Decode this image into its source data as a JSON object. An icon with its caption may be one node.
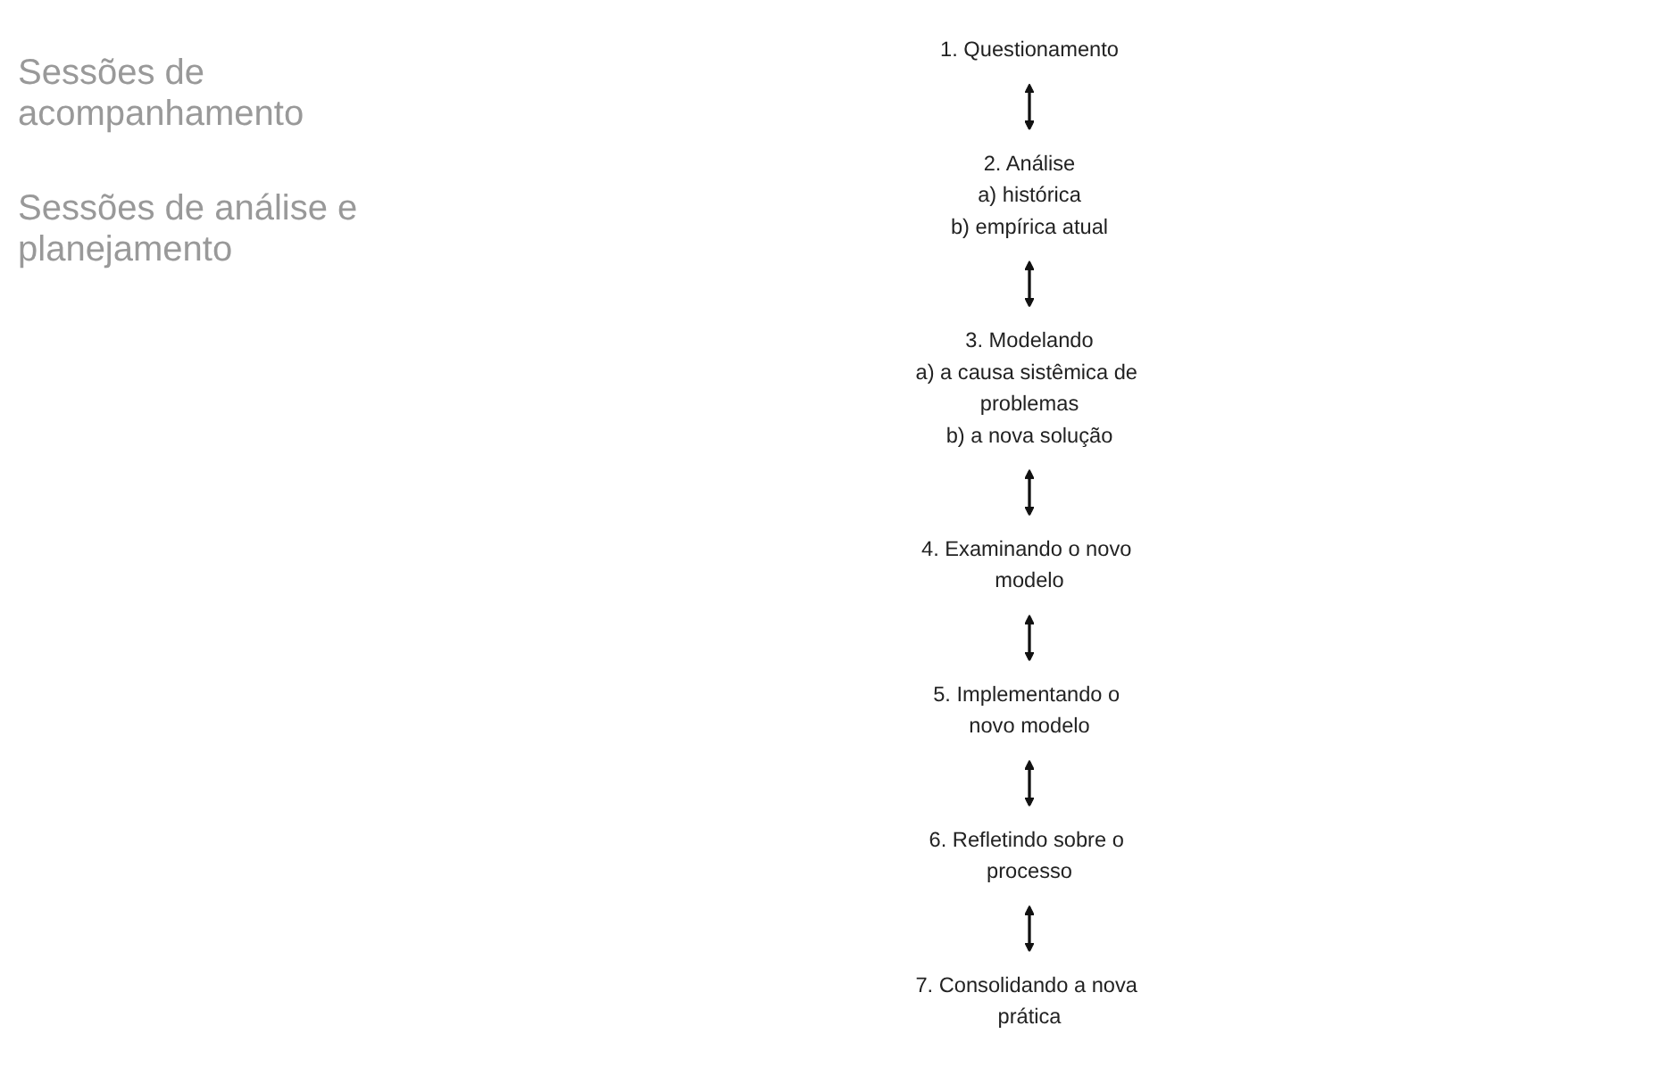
{
  "diagram": {
    "nodes": [
      {
        "text": [
          "1. Questionamento"
        ]
      },
      {
        "text": [
          "2. Análise",
          "a) histórica",
          "b) empírica atual"
        ]
      },
      {
        "text": [
          "3. Modelando",
          "a) a causa sistêmica de problemas",
          "b) a nova solução"
        ]
      },
      {
        "text": [
          "4. Examinando o novo modelo"
        ]
      },
      {
        "text": [
          "5. Implementando o novo modelo"
        ]
      },
      {
        "text": [
          "6. Refletindo sobre o processo"
        ]
      },
      {
        "text": [
          "7. Consolidando a nova prática"
        ]
      }
    ],
    "edges": [
      {
        "from": 0,
        "to": 1,
        "arrow": "both"
      },
      {
        "from": 1,
        "to": 2,
        "arrow": "both"
      },
      {
        "from": 2,
        "to": 3,
        "arrow": "both"
      },
      {
        "from": 3,
        "to": 4,
        "arrow": "both"
      },
      {
        "from": 4,
        "to": 5,
        "arrow": "both"
      },
      {
        "from": 5,
        "to": 6,
        "arrow": "both"
      }
    ],
    "labels": [
      "Sessões de acompanhamento",
      "Sessões de análise e planejamento"
    ]
  }
}
